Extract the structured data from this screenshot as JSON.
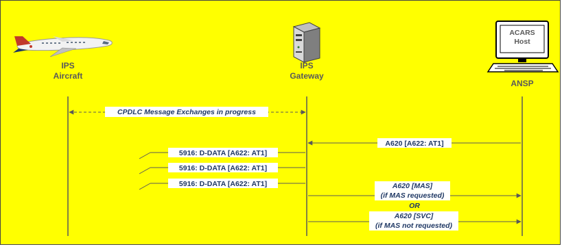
{
  "diagram": {
    "entities": {
      "aircraft": {
        "line1": "IPS",
        "line2": "Aircraft"
      },
      "gateway": {
        "line1": "IPS",
        "line2": "Gateway"
      },
      "ansp": {
        "label": "ANSP"
      },
      "acars_host": {
        "line1": "ACARS",
        "line2": "Host"
      }
    },
    "messages": {
      "cpdlc": "CPDLC Message Exchanges in progress",
      "a620_at1": "A620 [A622: AT1]",
      "d_data_1": "5916: D-DATA [A622: AT1]",
      "d_data_2": "5916: D-DATA [A622: AT1]",
      "d_data_3": "5916: D-DATA [A622: AT1]",
      "mas_line1": "A620 [MAS]",
      "mas_line2": "(if MAS requested)",
      "or": "OR",
      "svc_line1": "A620 [SVC]",
      "svc_line2": "(if MAS not requested)"
    }
  },
  "colors": {
    "background": "#ffff00",
    "text": "#1f3864",
    "label": "#595959",
    "lines": "#595959"
  }
}
